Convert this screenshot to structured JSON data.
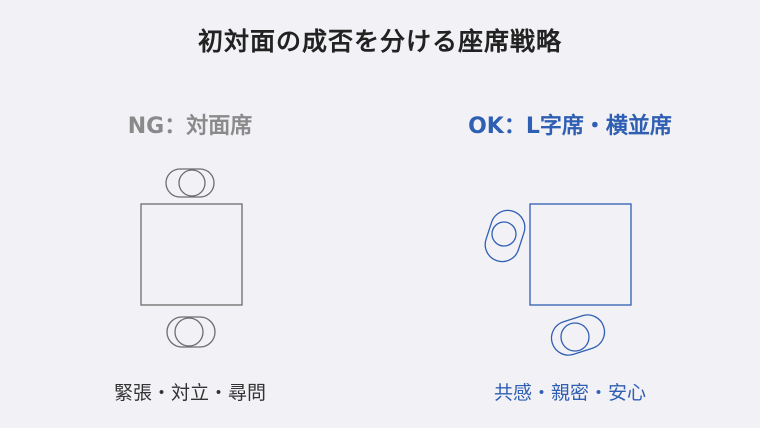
{
  "title": "初対面の成否を分ける座席戦略",
  "ng": {
    "label": "NG：対面席",
    "caption": "緊張・対立・尋問",
    "color": "#8a8a8a"
  },
  "ok": {
    "label": "OK：L字席・横並席",
    "caption": "共感・親密・安心",
    "color": "#2f5fb3"
  }
}
